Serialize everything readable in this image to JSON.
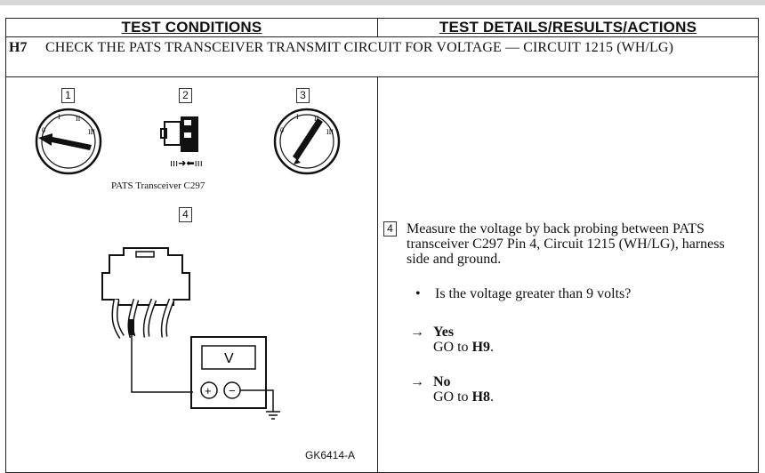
{
  "headers": {
    "left": "TEST CONDITIONS",
    "right": "TEST DETAILS/RESULTS/ACTIONS"
  },
  "step": {
    "id": "H7",
    "title": "CHECK THE PATS TRANSCEIVER TRANSMIT CIRCUIT FOR VOLTAGE — CIRCUIT 1215 (WH/LG)"
  },
  "figure": {
    "boxes": [
      "1",
      "2",
      "3",
      "4"
    ],
    "connector_caption": "PATS Transceiver C297",
    "meter_label": "V",
    "plus": "+",
    "minus": "−",
    "code": "GK6414-A",
    "icons": [
      "ignition-switch-off-icon",
      "connector-disconnect-icon",
      "ignition-switch-on-icon",
      "voltmeter-probe-icon"
    ]
  },
  "details": {
    "step_box": "4",
    "instruction": "Measure the voltage by back probing between PATS transceiver C297 Pin 4, Circuit 1215 (WH/LG), harness side and ground.",
    "question": "Is the voltage greater than 9 volts?",
    "yes_label": "Yes",
    "yes_action_prefix": "GO to ",
    "yes_action_target": "H9",
    "no_label": "No",
    "no_action_prefix": "GO to ",
    "no_action_target": "H8"
  }
}
